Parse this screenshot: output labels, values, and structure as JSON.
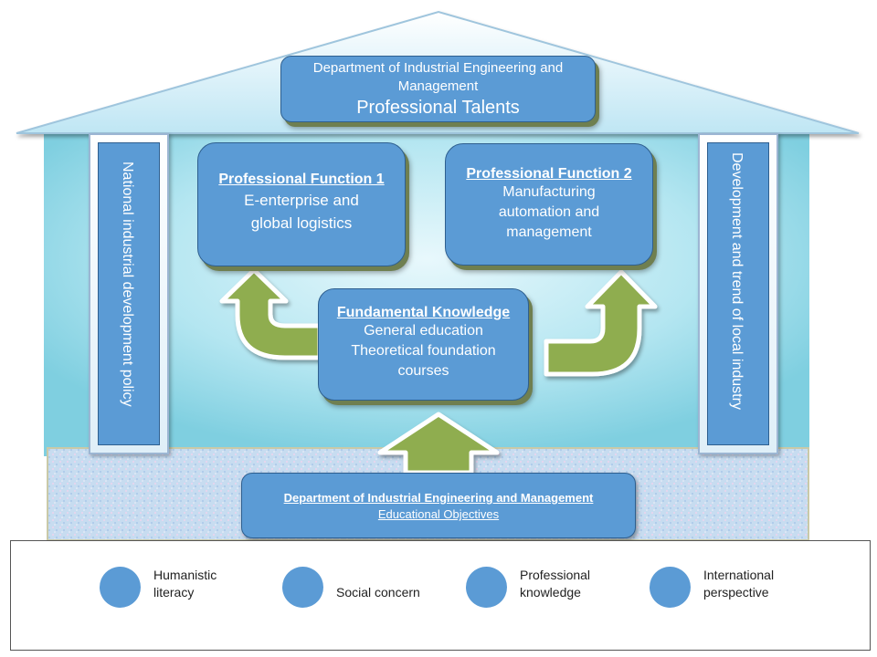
{
  "roof": {
    "title_line1": "Department of Industrial Engineering and",
    "title_line2": "Management",
    "subtitle": "Professional Talents"
  },
  "pillars": {
    "left": "National industrial development policy",
    "right": "Development and trend of local industry"
  },
  "function1": {
    "heading": "Professional Function 1",
    "line1": "E-enterprise  and",
    "line2": "global logistics"
  },
  "function2": {
    "heading": "Professional Function 2",
    "line1": "Manufacturing",
    "line2": "automation and",
    "line3": "management"
  },
  "fundamental": {
    "heading": "Fundamental Knowledge",
    "line1": "General education",
    "line2": "Theoretical foundation",
    "line3": "courses"
  },
  "foundation": {
    "heading": "Department of Industrial Engineering and Management",
    "sub": "Educational Objectives"
  },
  "legend": {
    "items": [
      {
        "line1": "Humanistic",
        "line2": "literacy"
      },
      {
        "line1": "",
        "line2": "Social concern"
      },
      {
        "line1": "Professional",
        "line2": "knowledge"
      },
      {
        "line1": "International",
        "line2": "perspective"
      }
    ]
  },
  "colors": {
    "box_fill": "#5b9bd5",
    "arrow_fill": "#8fad4f",
    "roof_fill": "#bfe6f4",
    "background_fill": "#9fdde9"
  }
}
